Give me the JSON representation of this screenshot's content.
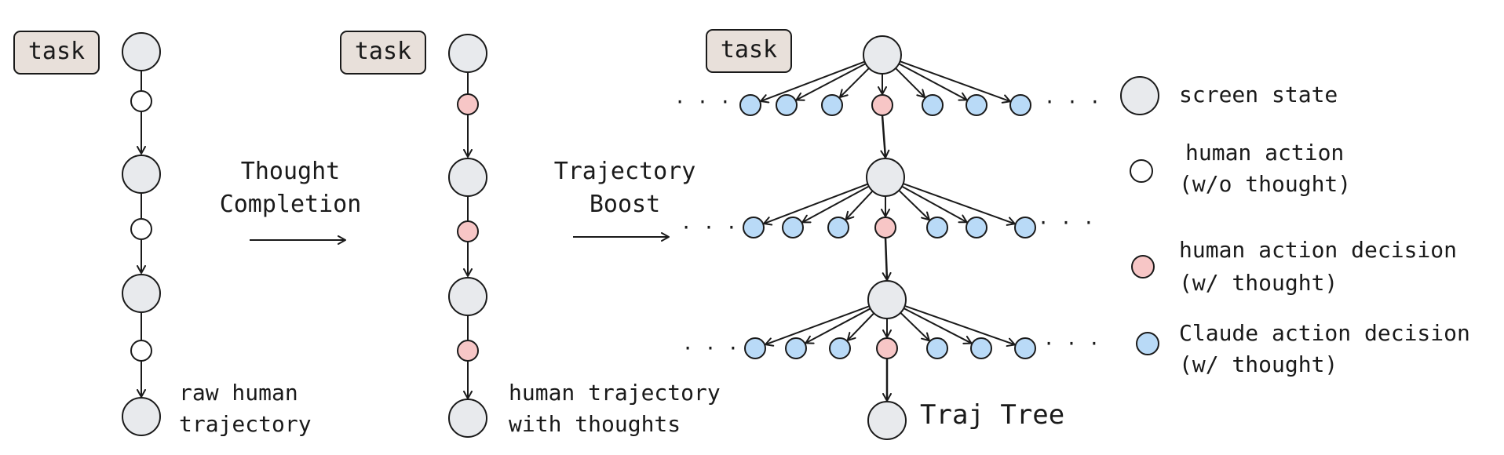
{
  "columns": {
    "raw": {
      "task_label": "task",
      "caption_lines": [
        "raw human",
        "trajectory"
      ]
    },
    "thought": {
      "task_label": "task",
      "caption_lines": [
        "human trajectory",
        "with thoughts"
      ]
    },
    "tree": {
      "task_label": "task",
      "caption": "Traj Tree"
    }
  },
  "transitions": {
    "thought_completion": [
      "Thought",
      "Completion"
    ],
    "trajectory_boost": [
      "Trajectory",
      "Boost"
    ]
  },
  "ellipsis": "· · ·",
  "legend": [
    {
      "kind": "screen-state",
      "lines": [
        "screen state"
      ]
    },
    {
      "kind": "human-action",
      "lines": [
        "human action",
        "(w/o thought)"
      ]
    },
    {
      "kind": "human-decision",
      "lines": [
        "human action decision",
        "(w/ thought)"
      ]
    },
    {
      "kind": "claude-decision",
      "lines": [
        "Claude action decision",
        "(w/ thought)"
      ]
    }
  ],
  "colors": {
    "screen_state": "#e8eaed",
    "human_action": "#ffffff",
    "human_decision": "#f7c6c6",
    "claude_decision": "#b9daf7",
    "task_box": "#e8e0da",
    "stroke": "#1a1a1a"
  }
}
